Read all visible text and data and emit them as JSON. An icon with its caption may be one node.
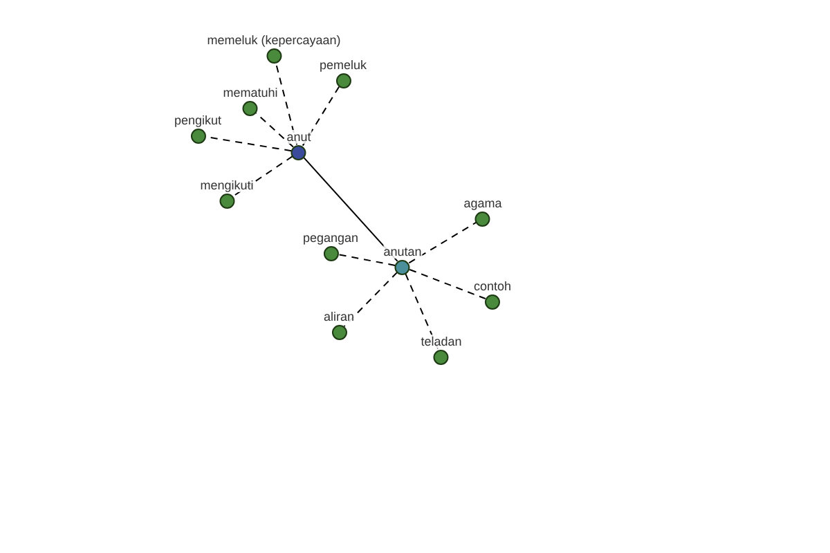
{
  "diagram": {
    "nodes": [
      {
        "text": [
          "memeluk (kepercayaan)"
        ]
      },
      {
        "text": [
          "pemeluk"
        ]
      },
      {
        "text": [
          "mematuhi"
        ]
      },
      {
        "text": [
          "pengikut"
        ]
      },
      {
        "text": [
          "anut"
        ]
      },
      {
        "text": [
          "mengikuti"
        ]
      },
      {
        "text": [
          "agama"
        ]
      },
      {
        "text": [
          "pegangan"
        ]
      },
      {
        "text": [
          "anutan"
        ]
      },
      {
        "text": [
          "contoh"
        ]
      },
      {
        "text": [
          "aliran"
        ]
      },
      {
        "text": [
          "teladan"
        ]
      }
    ],
    "edges": [
      {
        "from": 4,
        "to": 8,
        "arrow": "none"
      },
      {
        "from": 4,
        "to": 0,
        "arrow": "none",
        "style": "dashed"
      },
      {
        "from": 4,
        "to": 1,
        "arrow": "none",
        "style": "dashed"
      },
      {
        "from": 4,
        "to": 2,
        "arrow": "none",
        "style": "dashed"
      },
      {
        "from": 4,
        "to": 3,
        "arrow": "none",
        "style": "dashed"
      },
      {
        "from": 4,
        "to": 5,
        "arrow": "none",
        "style": "dashed"
      },
      {
        "from": 8,
        "to": 6,
        "arrow": "none",
        "style": "dashed"
      },
      {
        "from": 8,
        "to": 7,
        "arrow": "none",
        "style": "dashed"
      },
      {
        "from": 8,
        "to": 9,
        "arrow": "none",
        "style": "dashed"
      },
      {
        "from": 8,
        "to": 10,
        "arrow": "none",
        "style": "dashed"
      },
      {
        "from": 8,
        "to": 11,
        "arrow": "none",
        "style": "dashed"
      }
    ]
  }
}
